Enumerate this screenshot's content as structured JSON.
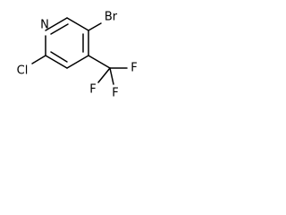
{
  "molecule": {
    "atoms": {
      "nitrogen": "N",
      "bromine": "Br",
      "chlorine": "Cl",
      "fluorine_1": "F",
      "fluorine_2": "F",
      "fluorine_3": "F"
    }
  },
  "colors": {
    "bond": "#000000",
    "text": "#000000",
    "background": "#ffffff"
  }
}
